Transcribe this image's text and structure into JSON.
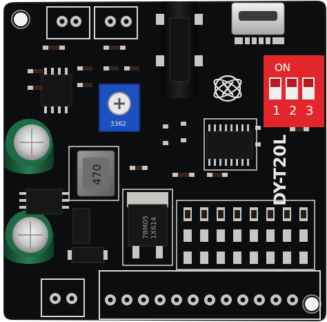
{
  "board": {
    "model_label": "DY-T20L",
    "inductor_marking": "470",
    "pot_marking": "3362",
    "regulator_marking_1": "78M05",
    "regulator_marking_2": "1X614"
  },
  "dip_switch": {
    "on_label": "ON",
    "numbers": [
      "1",
      "2",
      "3"
    ],
    "color": "#e3262b"
  },
  "colors": {
    "pcb": "#0c0d0e",
    "pcb_edge": "#1c1d1f",
    "silkscreen": "#e9e9e9",
    "pad": "#c7c7c2",
    "potentiometer": "#1e4fbf",
    "capacitor_sleeve": "#1f6b46"
  }
}
